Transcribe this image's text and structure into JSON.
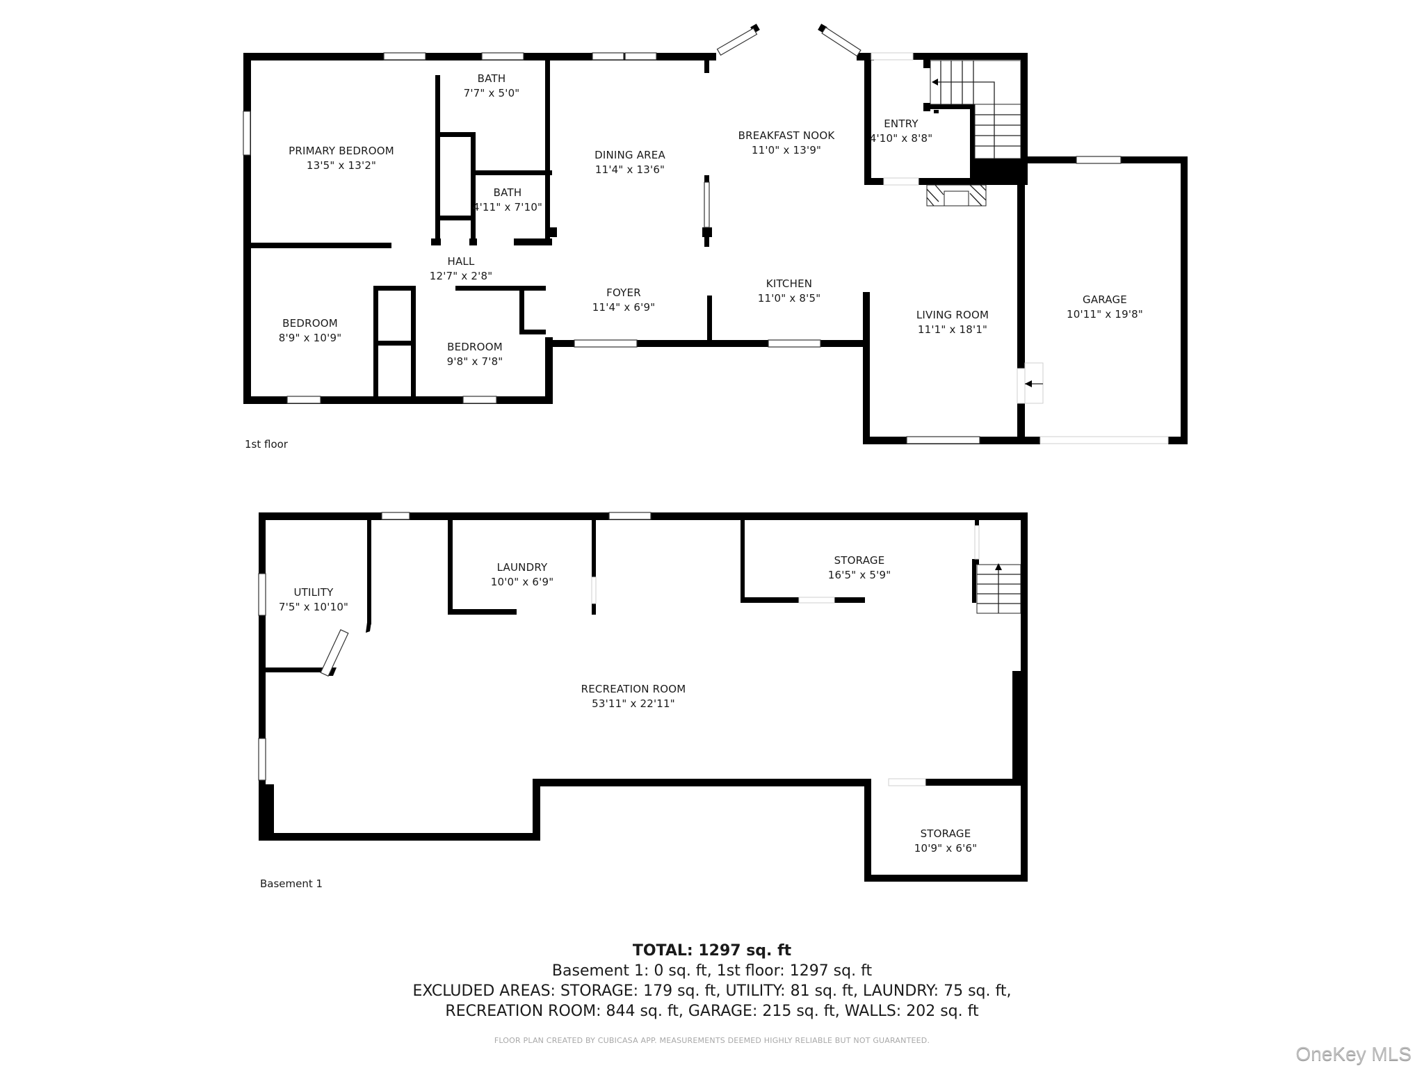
{
  "floors": {
    "first": {
      "label": "1st floor",
      "rooms": [
        {
          "name": "PRIMARY BEDROOM",
          "dims": "13'5\" x 13'2\""
        },
        {
          "name": "BATH",
          "dims": "7'7\" x 5'0\""
        },
        {
          "name": "BATH",
          "dims": "4'11\" x 7'10\""
        },
        {
          "name": "DINING AREA",
          "dims": "11'4\" x 13'6\""
        },
        {
          "name": "BREAKFAST NOOK",
          "dims": "11'0\" x 13'9\""
        },
        {
          "name": "ENTRY",
          "dims": "4'10\" x 8'8\""
        },
        {
          "name": "HALL",
          "dims": "12'7\" x 2'8\""
        },
        {
          "name": "FOYER",
          "dims": "11'4\" x 6'9\""
        },
        {
          "name": "KITCHEN",
          "dims": "11'0\" x 8'5\""
        },
        {
          "name": "BEDROOM",
          "dims": "8'9\" x 10'9\""
        },
        {
          "name": "BEDROOM",
          "dims": "9'8\" x 7'8\""
        },
        {
          "name": "LIVING ROOM",
          "dims": "11'1\" x 18'1\""
        },
        {
          "name": "GARAGE",
          "dims": "10'11\" x 19'8\""
        }
      ]
    },
    "basement": {
      "label": "Basement 1",
      "rooms": [
        {
          "name": "UTILITY",
          "dims": "7'5\" x 10'10\""
        },
        {
          "name": "LAUNDRY",
          "dims": "10'0\" x 6'9\""
        },
        {
          "name": "STORAGE",
          "dims": "16'5\" x 5'9\""
        },
        {
          "name": "RECREATION ROOM",
          "dims": "53'11\" x 22'11\""
        },
        {
          "name": "STORAGE",
          "dims": "10'9\" x 6'6\""
        }
      ]
    }
  },
  "summary": {
    "total": "TOTAL: 1297 sq. ft",
    "floors_line": "Basement 1: 0 sq. ft, 1st floor: 1297 sq. ft",
    "excluded_line_1": "EXCLUDED AREAS: STORAGE: 179 sq. ft, UTILITY: 81 sq. ft, LAUNDRY: 75 sq. ft,",
    "excluded_line_2": "RECREATION ROOM: 844 sq. ft, GARAGE: 215 sq. ft, WALLS: 202 sq. ft"
  },
  "credit": "FLOOR PLAN CREATED BY CUBICASA APP. MEASUREMENTS DEEMED HIGHLY RELIABLE BUT NOT GUARANTEED.",
  "watermark": "OneKey MLS"
}
